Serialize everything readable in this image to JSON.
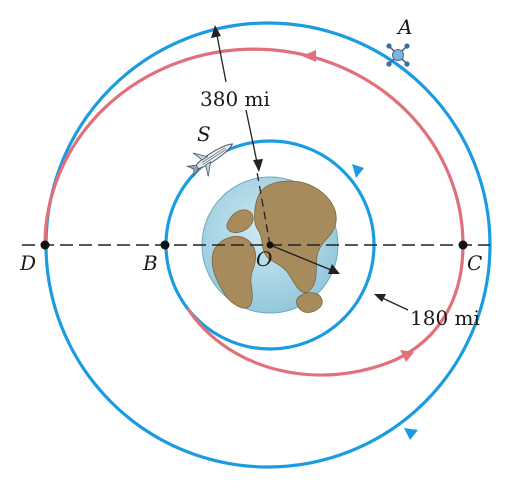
{
  "labels": {
    "A": "A",
    "S": "S",
    "O": "O",
    "B": "B",
    "C": "C",
    "D": "D",
    "dim_outer": "380 mi",
    "dim_inner": "180 mi"
  },
  "colors": {
    "orbit_blue": "#1b9be0",
    "transfer_red": "#e0707a",
    "earth_ocean": "#a7d4e3",
    "earth_land": "#a88b5c",
    "earth_land_dark": "#7c6440",
    "line": "#222222"
  },
  "icons": {
    "satellite": "satellite-icon",
    "shuttle": "space-shuttle-icon"
  }
}
